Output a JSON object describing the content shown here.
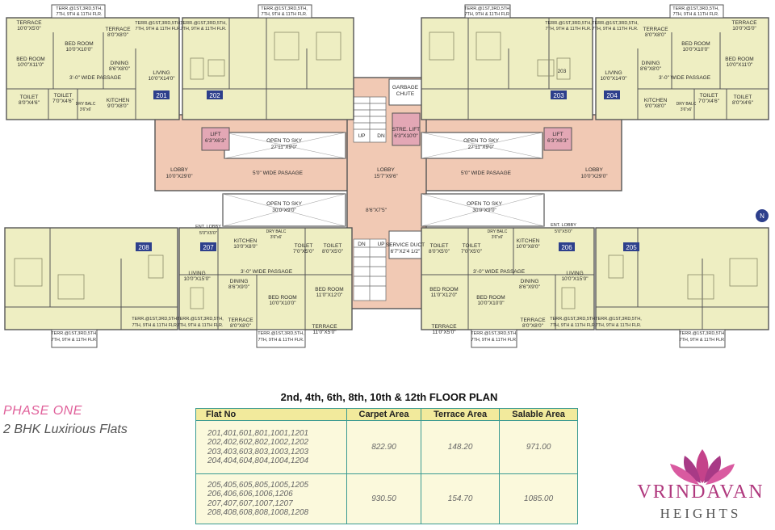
{
  "plan": {
    "title": "2nd, 4th, 6th, 8th, 10th & 12th FLOOR PLAN",
    "flat_numbers": [
      "201",
      "202",
      "203",
      "204",
      "205",
      "206",
      "207",
      "208"
    ],
    "terrace_note": [
      "TERR.@1ST,3RD,5TH,",
      "7TH, 9TH & 11TH FLR."
    ],
    "rooms": {
      "terrace_10x5": [
        "TERRACE",
        "10'0\"X5'0\""
      ],
      "terrace_8x8": [
        "TERRACE",
        "8'0\"X8'0\""
      ],
      "terrace_11x5": [
        "TERRACE",
        "11'0\"X5'0\""
      ],
      "bedroom_10x10": [
        "BED ROOM",
        "10'0\"X10'0\""
      ],
      "bedroom_10x11": [
        "BED ROOM",
        "10'0\"X11'0\""
      ],
      "bedroom_11x12": [
        "BED ROOM",
        "11'0\"X12'0\""
      ],
      "dining_86x8": [
        "DINING",
        "8'6\"X8'0\""
      ],
      "dining_86x9": [
        "DINING",
        "8'6\"X9'0\""
      ],
      "living_10x14": [
        "LIVING",
        "10'0\"X14'0\""
      ],
      "living_10x15": [
        "LIVING",
        "10'0\"X15'0\""
      ],
      "kitchen_9x8": [
        "KITCHEN",
        "9'0\"X8'0\""
      ],
      "kitchen_10x8": [
        "KITCHEN",
        "10'0\"X8'0\""
      ],
      "toilet_8x46": [
        "TOILET",
        "8'0\"X4'6\""
      ],
      "toilet_7x46": [
        "TOILET",
        "7'0\"X4'6\""
      ],
      "toilet_7x5": [
        "TOILET",
        "7'0\"X5'0\""
      ],
      "toilet_8x5": [
        "TOILET",
        "8'0\"X5'0\""
      ],
      "dry_balc": [
        "DRY BALC",
        "3'6\"x6'"
      ],
      "passage_3": "3'-0\" WIDE PASSAGE",
      "passage_5": "5'0\" WIDE PASAAGE",
      "lobby_side": [
        "LOBBY",
        "10'0\"X29'0\""
      ],
      "lobby_center": [
        "LOBBY",
        "15'7\"X9'6\""
      ],
      "lift": [
        "LIFT",
        "6'3\"X6'3\""
      ],
      "stre_lift": [
        "STRE. LIFT",
        "6'3\"X10'0\""
      ],
      "open_sky_top": [
        "OPEN TO SKY",
        "27'11\"X9'0\""
      ],
      "open_sky_bottom": [
        "OPEN TO SKY",
        "30'0\"X9'0\""
      ],
      "garbage": [
        "GARBAGE",
        "CHUTE"
      ],
      "up": "UP",
      "dn": "DN",
      "dimension_mid": "8'6\"X7'5\"",
      "service_duct": [
        "SERVICE DUCT",
        "6'7\"X2'4 1/2\""
      ],
      "ent_lobby": [
        "ENT. LOBBY",
        "5'0\"X5'0\""
      ],
      "north": "N",
      "flat_203_label": "203"
    }
  },
  "phase": "PHASE ONE",
  "subtitle": "2 BHK Luxirious Flats",
  "table": {
    "headers": [
      "Flat No",
      "Carpet Area",
      "Terrace Area",
      "Salable Area"
    ],
    "groups": [
      {
        "flats": [
          "201,401,601,801,1001,1201",
          "202,402,602,802,1002,1202",
          "203,403,603,803,1003,1203",
          "204,404,604,804,1004,1204"
        ],
        "carpet": "822.90",
        "terrace": "148.20",
        "salable": "971.00"
      },
      {
        "flats": [
          "205,405,605,805,1005,1205",
          "206,406,606,1006,1206",
          "207,407,607,1007,1207",
          "208,408,608,808,1008,1208"
        ],
        "carpet": "930.50",
        "terrace": "154.70",
        "salable": "1085.00"
      }
    ]
  },
  "brand": {
    "name": "VRINDAVAN",
    "sub": "HEIGHTS"
  },
  "colors": {
    "room": "#eeeec2",
    "lobby": "#f1c9b4",
    "lift": "#e3a7b5",
    "badge": "#2d3f8c",
    "wall": "#555555",
    "accent": "#e0609a"
  }
}
